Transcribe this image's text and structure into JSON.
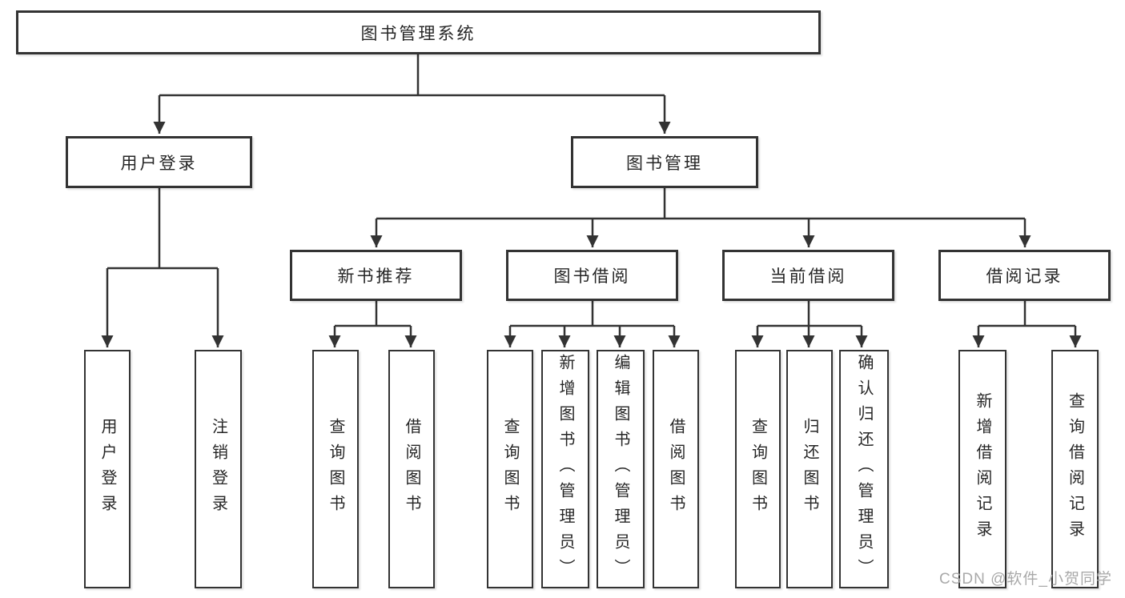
{
  "colors": {
    "line": "#333333",
    "box_border": "#333333",
    "text": "#262626",
    "watermark": "#a9a9a9",
    "background": "#ffffff"
  },
  "watermark": {
    "text": "CSDN @软件_小贺同学"
  },
  "tree": {
    "root": {
      "label": "图书管理系统"
    },
    "user_login": {
      "label": "用户登录",
      "children": [
        {
          "label": "用户登录"
        },
        {
          "label": "注销登录"
        }
      ]
    },
    "book_management": {
      "label": "图书管理",
      "sections": [
        {
          "label": "新书推荐",
          "children": [
            {
              "label": "查询图书"
            },
            {
              "label": "借阅图书"
            }
          ]
        },
        {
          "label": "图书借阅",
          "children": [
            {
              "label": "查询图书"
            },
            {
              "label": "新增图书（管理员）"
            },
            {
              "label": "编辑图书（管理员）"
            },
            {
              "label": "借阅图书"
            }
          ]
        },
        {
          "label": "当前借阅",
          "children": [
            {
              "label": "查询图书"
            },
            {
              "label": "归还图书"
            },
            {
              "label": "确认归还（管理员）"
            }
          ]
        },
        {
          "label": "借阅记录",
          "children": [
            {
              "label": "新增借阅记录"
            },
            {
              "label": "查询借阅记录"
            }
          ]
        }
      ]
    }
  }
}
